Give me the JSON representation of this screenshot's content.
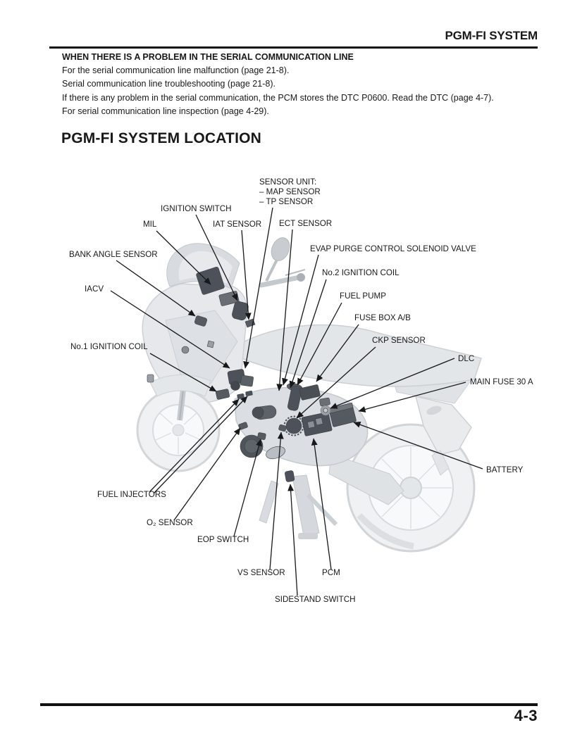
{
  "page": {
    "header": {
      "section_title": "PGM-FI SYSTEM"
    },
    "intro": {
      "heading": "WHEN THERE IS A PROBLEM IN THE SERIAL COMMUNICATION LINE",
      "lines": [
        "For the serial communication line malfunction (page 21-8).",
        "Serial communication line troubleshooting (page 21-8).",
        "If there is any problem in the serial communication, the PCM stores the DTC P0600. Read the DTC (page 4-7).",
        "For serial communication line inspection (page 4-29)."
      ]
    },
    "section_heading": "PGM-FI SYSTEM LOCATION",
    "footer": {
      "page_number": "4-3"
    }
  },
  "diagram": {
    "description": "Rear three-quarter illustration of the motorcycle with PGM-FI component callouts",
    "labels": [
      {
        "id": "sensor-unit",
        "text": "SENSOR UNIT:"
      },
      {
        "id": "map-sensor",
        "text": "– MAP SENSOR"
      },
      {
        "id": "tp-sensor",
        "text": "– TP SENSOR"
      },
      {
        "id": "ignition-switch",
        "text": "IGNITION SWITCH"
      },
      {
        "id": "mil",
        "text": "MIL"
      },
      {
        "id": "iat-sensor",
        "text": "IAT SENSOR"
      },
      {
        "id": "ect-sensor",
        "text": "ECT SENSOR"
      },
      {
        "id": "bank-angle-sensor",
        "text": "BANK ANGLE SENSOR"
      },
      {
        "id": "evap-purge-control-solenoid-valve",
        "text": "EVAP PURGE CONTROL SOLENOID VALVE"
      },
      {
        "id": "no2-ignition-coil",
        "text": "No.2 IGNITION COIL"
      },
      {
        "id": "iacv",
        "text": "IACV"
      },
      {
        "id": "fuel-pump",
        "text": "FUEL PUMP"
      },
      {
        "id": "fuse-box-ab",
        "text": "FUSE BOX A/B"
      },
      {
        "id": "no1-ignition-coil",
        "text": "No.1 IGNITION COIL"
      },
      {
        "id": "ckp-sensor",
        "text": "CKP SENSOR"
      },
      {
        "id": "dlc",
        "text": "DLC"
      },
      {
        "id": "main-fuse-30a",
        "text": "MAIN FUSE 30 A"
      },
      {
        "id": "battery",
        "text": "BATTERY"
      },
      {
        "id": "fuel-injectors",
        "text": "FUEL INJECTORS"
      },
      {
        "id": "o2-sensor",
        "text": "O₂ SENSOR"
      },
      {
        "id": "eop-switch",
        "text": "EOP SWITCH"
      },
      {
        "id": "vs-sensor",
        "text": "VS SENSOR"
      },
      {
        "id": "pcm",
        "text": "PCM"
      },
      {
        "id": "sidestand-switch",
        "text": "SIDESTAND SWITCH"
      }
    ]
  },
  "colors": {
    "text": "#17181a",
    "rule": "#101010",
    "illustration_light": "#e6e8eb",
    "illustration_dark": "#4d525a"
  }
}
